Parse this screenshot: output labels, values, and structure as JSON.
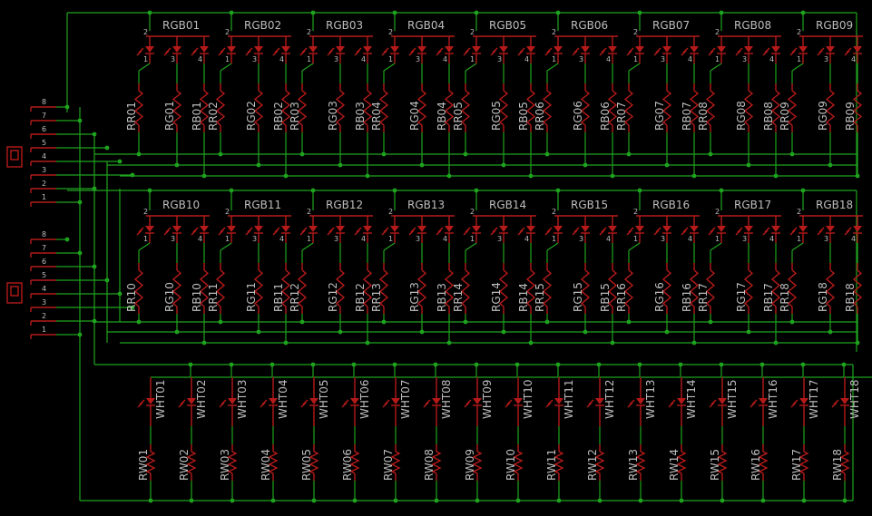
{
  "colors": {
    "background": "#000000",
    "wire": "#1fa31f",
    "component": "#b51a1a",
    "label": "#bdbdbd"
  },
  "rgb_rows": [
    {
      "leds": [
        "RGB01",
        "RGB02",
        "RGB03",
        "RGB04",
        "RGB05",
        "RGB06",
        "RGB07",
        "RGB08",
        "RGB09"
      ],
      "resistors": [
        [
          "RR01",
          "RG01",
          "RB01"
        ],
        [
          "RR02",
          "RG02",
          "RB02"
        ],
        [
          "RR03",
          "RG03",
          "RB03"
        ],
        [
          "RR04",
          "RG04",
          "RB04"
        ],
        [
          "RR05",
          "RG05",
          "RB05"
        ],
        [
          "RR06",
          "RG06",
          "RB06"
        ],
        [
          "RR07",
          "RG07",
          "RB07"
        ],
        [
          "RR08",
          "RG08",
          "RB08"
        ],
        [
          "RR09",
          "RG09",
          "RB09"
        ]
      ]
    },
    {
      "leds": [
        "RGB10",
        "RGB11",
        "RGB12",
        "RGB13",
        "RGB14",
        "RGB15",
        "RGB16",
        "RGB17",
        "RGB18"
      ],
      "resistors": [
        [
          "RR10",
          "RG10",
          "RB10"
        ],
        [
          "RR11",
          "RG11",
          "RB11"
        ],
        [
          "RR12",
          "RG12",
          "RB12"
        ],
        [
          "RR13",
          "RG13",
          "RB13"
        ],
        [
          "RR14",
          "RG14",
          "RB14"
        ],
        [
          "RR15",
          "RG15",
          "RB15"
        ],
        [
          "RR16",
          "RG16",
          "RB16"
        ],
        [
          "RR17",
          "RG17",
          "RB17"
        ],
        [
          "RR18",
          "RG18",
          "RB18"
        ]
      ]
    }
  ],
  "rgb_pin_labels": [
    "2",
    "1",
    "3",
    "4"
  ],
  "white_leds": [
    "WHT01",
    "WHT02",
    "WHT03",
    "WHT04",
    "WHT05",
    "WHT06",
    "WHT07",
    "WHT08",
    "WHT09",
    "WHT10",
    "WHT11",
    "WHT12",
    "WHT13",
    "WHT14",
    "WHT15",
    "WHT16",
    "WHT17",
    "WHT18"
  ],
  "white_resistors": [
    "RW01",
    "RW02",
    "RW03",
    "RW04",
    "RW05",
    "RW06",
    "RW07",
    "RW08",
    "RW09",
    "RW10",
    "RW11",
    "RW12",
    "RW13",
    "RW14",
    "RW15",
    "RW16",
    "RW17",
    "RW18"
  ],
  "connector_pins": [
    "8",
    "7",
    "6",
    "5",
    "4",
    "3",
    "2",
    "1"
  ],
  "connectors": [
    "connector-top",
    "connector-bottom"
  ]
}
